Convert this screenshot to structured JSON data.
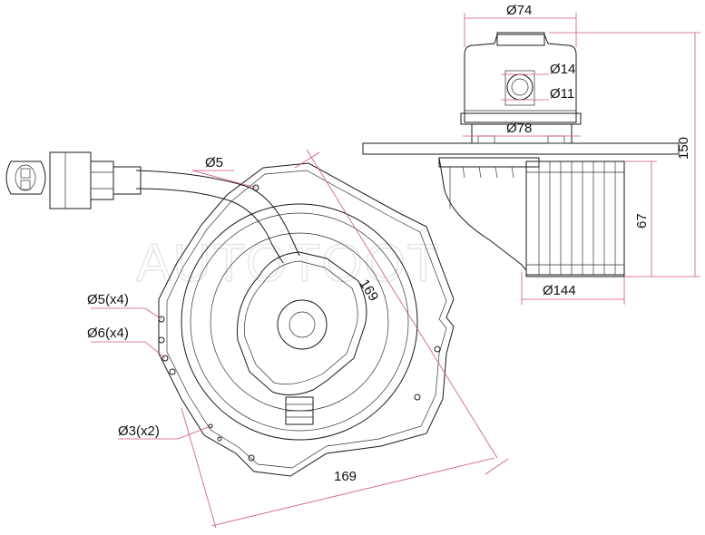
{
  "watermark": "AUTOTOOT",
  "dimensions": {
    "top_diameter": "Ø74",
    "shaft_outer": "Ø14",
    "shaft_inner": "Ø11",
    "flange_diameter": "Ø78",
    "total_height": "150",
    "wheel_height": "67",
    "wheel_diameter": "Ø144",
    "front_width_diag": "169",
    "front_width_bottom": "169",
    "hole_single": "Ø5",
    "hole_group_a": "Ø5(x4)",
    "hole_group_b": "Ø6(x4)",
    "hole_group_c": "Ø3(x2)"
  },
  "colors": {
    "outline": "#1a1a1a",
    "dimension_line": "#d2527a",
    "watermark": "#e6e6e6"
  }
}
